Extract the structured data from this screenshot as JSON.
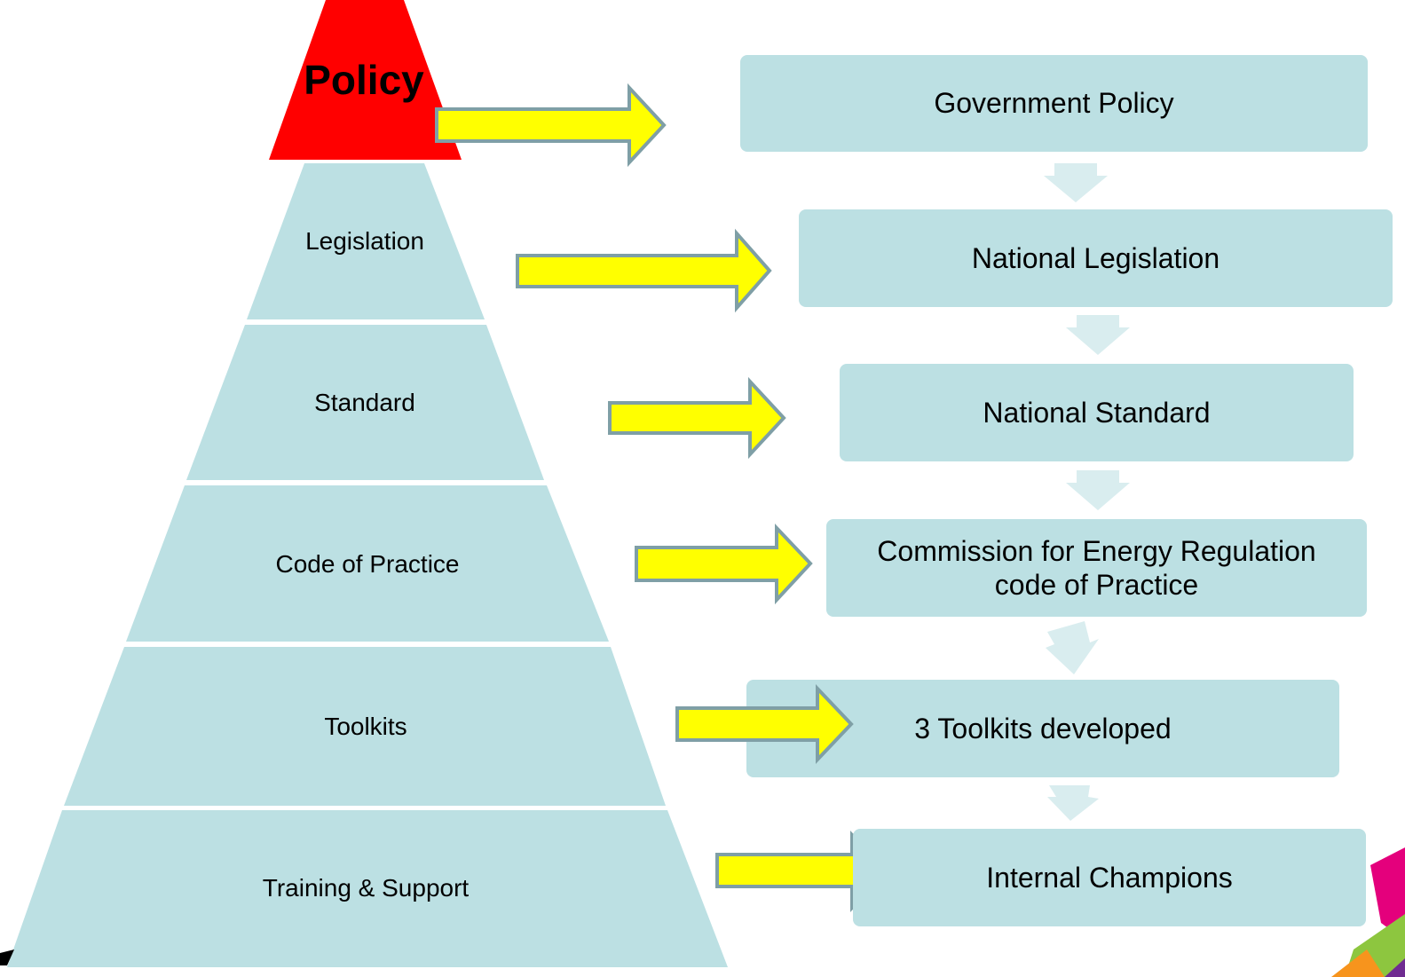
{
  "pyramid": [
    {
      "label": "Policy",
      "color": "#FF0000",
      "bold": true
    },
    {
      "label": "Legislation",
      "color": "#BCE0E3"
    },
    {
      "label": "Standard",
      "color": "#BCE0E3"
    },
    {
      "label": "Code of Practice",
      "color": "#BCE0E3"
    },
    {
      "label": "Toolkits",
      "color": "#BCE0E3"
    },
    {
      "label": "Training & Support",
      "color": "#BCE0E3"
    }
  ],
  "outcomes": [
    {
      "line1": "Government Policy",
      "line2": ""
    },
    {
      "line1": "National Legislation",
      "line2": ""
    },
    {
      "line1": "National Standard",
      "line2": ""
    },
    {
      "line1": "Commission for Energy Regulation",
      "line2": "code of Practice"
    },
    {
      "line1": "3 Toolkits developed",
      "line2": ""
    },
    {
      "line1": "Internal Champions",
      "line2": ""
    }
  ],
  "colors": {
    "arrow_fill": "#FFFF00",
    "arrow_stroke": "#7F9FA6",
    "box_fill": "#BCE0E3",
    "connector_fill": "#D9EDEF",
    "policy": "#FF0000"
  }
}
